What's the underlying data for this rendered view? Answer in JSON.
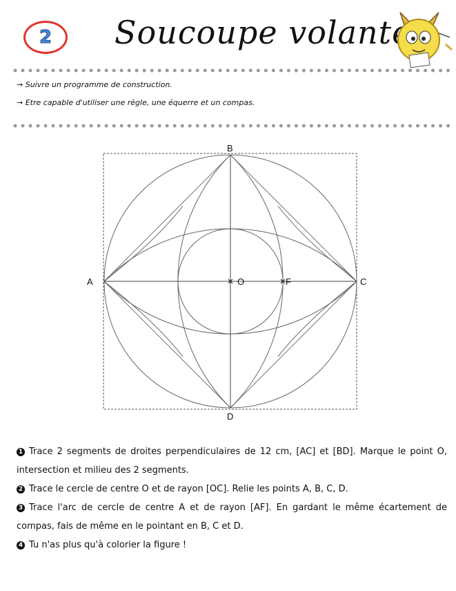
{
  "header": {
    "number": "2",
    "title": "Soucoupe volante"
  },
  "objectives": [
    "→ Suivre un programme de construction.",
    "→ Etre capable d'utiliser une règle, une équerre et un compas."
  ],
  "figure": {
    "points": {
      "A": "A",
      "B": "B",
      "C": "C",
      "D": "D",
      "O": "O",
      "F": "F"
    }
  },
  "steps": [
    {
      "num": "1",
      "text": "Trace 2 segments de droites perpendiculaires de 12 cm, [AC] et [BD]. Marque le point O, intersection et milieu des 2 segments."
    },
    {
      "num": "2",
      "text": "Trace le cercle de centre O et de rayon [OC]. Relie les points A, B, C, D."
    },
    {
      "num": "3",
      "text": "Trace l'arc de cercle de centre A et de rayon [AF]. En gardant le même écartement de compas, fais de même en le pointant  en B, C et D."
    },
    {
      "num": "4",
      "text": "Tu n'as plus qu'à colorier la figure !"
    }
  ]
}
